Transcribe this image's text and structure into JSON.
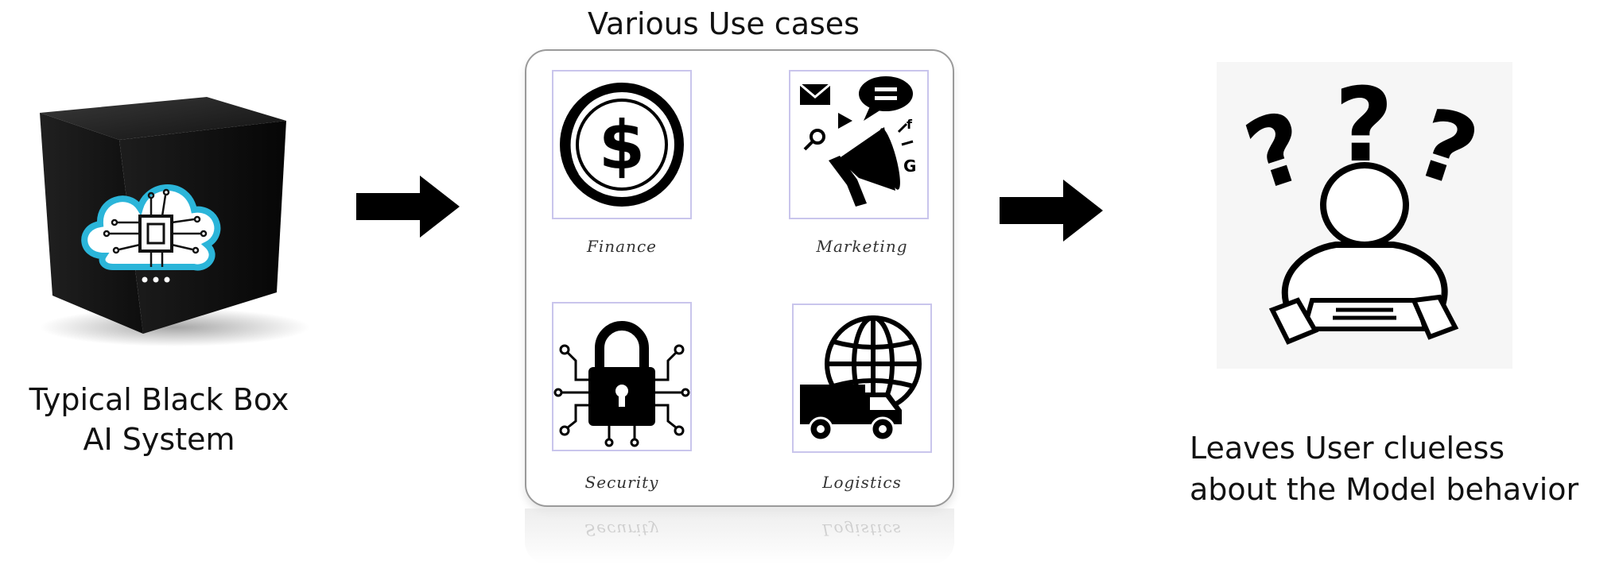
{
  "blackbox": {
    "caption_line1": "Typical Black Box",
    "caption_line2": "AI System",
    "icon": "ai-cloud-chip-cube"
  },
  "usecases": {
    "title": "Various Use cases",
    "items": [
      {
        "label": "Finance",
        "icon": "dollar-coin-icon"
      },
      {
        "label": "Marketing",
        "icon": "megaphone-icon"
      },
      {
        "label": "Security",
        "icon": "padlock-circuit-icon"
      },
      {
        "label": "Logistics",
        "icon": "globe-truck-icon"
      }
    ]
  },
  "user": {
    "caption_line1": "Leaves User clueless",
    "caption_line2": "about the Model behavior",
    "icon": "confused-person-icon"
  },
  "colors": {
    "cube": "#1a1a1a",
    "cloud_accent": "#2bb5d9",
    "tile_border": "#c9c5ec",
    "arrow": "#000000"
  }
}
